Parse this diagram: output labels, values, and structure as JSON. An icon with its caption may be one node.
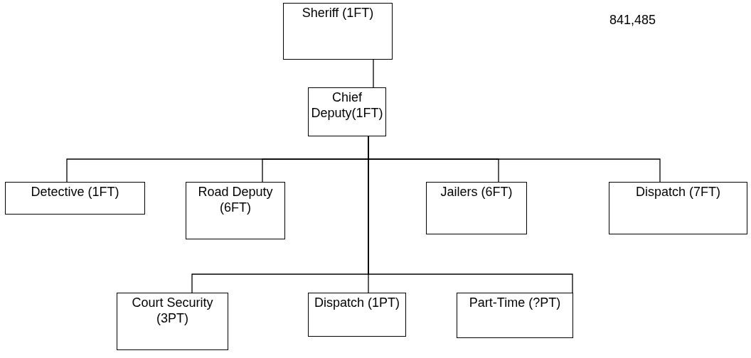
{
  "diagram": {
    "nodes": [
      {
        "text": [
          "Sheriff (1FT)"
        ]
      },
      {
        "text": [
          "Chief Deputy(1FT)"
        ]
      },
      {
        "text": [
          "Detective (1FT)"
        ]
      },
      {
        "text": [
          "Road Deputy (6FT)"
        ]
      },
      {
        "text": [
          "Jailers (6FT)"
        ]
      },
      {
        "text": [
          "Dispatch (7FT)"
        ]
      },
      {
        "text": [
          "Court Security (3PT)"
        ]
      },
      {
        "text": [
          "Dispatch (1PT)"
        ]
      },
      {
        "text": [
          "Part-Time (?PT)"
        ]
      }
    ],
    "edges": [
      {
        "from": 0,
        "to": 1,
        "arrow": "none"
      },
      {
        "from": 1,
        "to": 2,
        "arrow": "none"
      },
      {
        "from": 1,
        "to": 3,
        "arrow": "none"
      },
      {
        "from": 1,
        "to": 4,
        "arrow": "none"
      },
      {
        "from": 1,
        "to": 5,
        "arrow": "none"
      },
      {
        "from": 1,
        "to": 6,
        "arrow": "none"
      },
      {
        "from": 1,
        "to": 7,
        "arrow": "none"
      },
      {
        "from": 1,
        "to": 8,
        "arrow": "none"
      }
    ],
    "labels": [
      "841,485"
    ]
  }
}
